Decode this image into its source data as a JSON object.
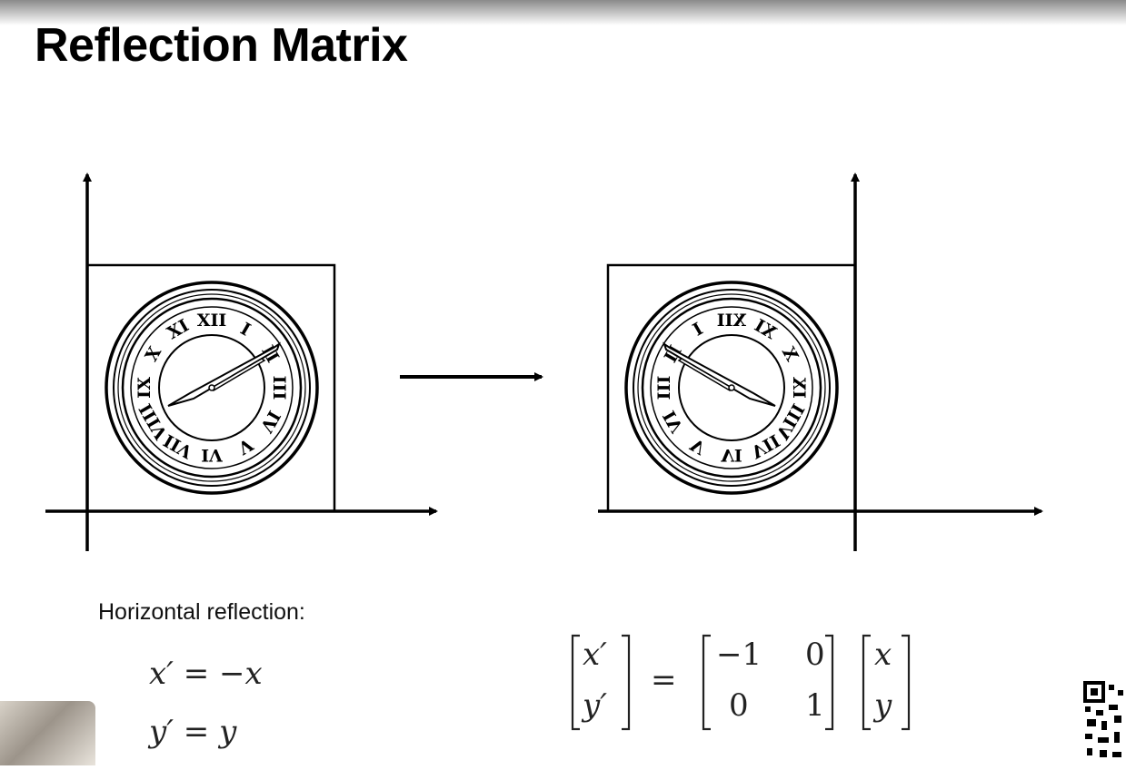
{
  "slide": {
    "title": "Reflection Matrix",
    "caption": "Horizontal reflection:",
    "eq1_lhs": "x′",
    "eq1_eq": "=",
    "eq1_rhs": "−x",
    "eq2_lhs": "y′",
    "eq2_eq": "=",
    "eq2_rhs": "y",
    "matrix": {
      "lhs": [
        "x′",
        "y′"
      ],
      "equals": "=",
      "m11": "−1",
      "m12": "0",
      "m21": "0",
      "m22": "1",
      "rhs": [
        "x",
        "y"
      ]
    },
    "clock_numerals": [
      "XII",
      "I",
      "II",
      "III",
      "IV",
      "V",
      "VI",
      "VII",
      "VIII",
      "IX",
      "X",
      "XI"
    ]
  },
  "colors": {
    "ink": "#000000",
    "background": "#ffffff"
  }
}
